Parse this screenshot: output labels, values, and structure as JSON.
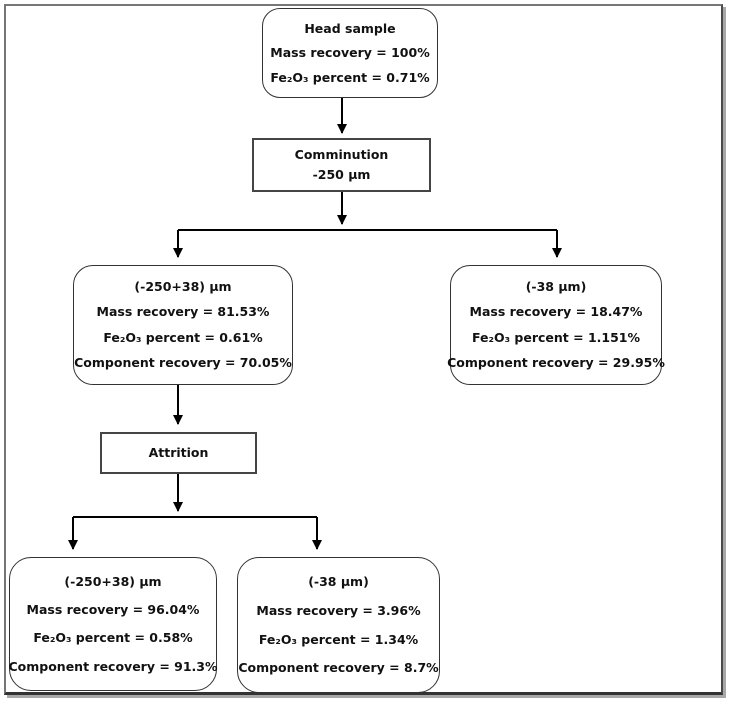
{
  "colors": {
    "background": "#ffffff",
    "connector": "#000000",
    "node_border": "#333333",
    "frame_border": "#767676",
    "text": "#111111"
  },
  "nodes": {
    "head_sample": {
      "title": "Head sample",
      "lines": [
        "Mass recovery = 100%",
        "Fe₂O₃ percent = 0.71%"
      ]
    },
    "comminution": {
      "title": "Comminution",
      "lines": [
        "-250 μm"
      ]
    },
    "coarse_first_stage": {
      "title": "(-250+38) μm",
      "lines": [
        "Mass recovery = 81.53%",
        "Fe₂O₃ percent = 0.61%",
        "Component recovery = 70.05%"
      ]
    },
    "fines_first_stage": {
      "title": "(-38 μm)",
      "lines": [
        "Mass recovery = 18.47%",
        "Fe₂O₃ percent = 1.151%",
        "Component recovery = 29.95%"
      ]
    },
    "attrition": {
      "title": "Attrition",
      "lines": []
    },
    "coarse_second_stage": {
      "title": "(-250+38) μm",
      "lines": [
        "Mass recovery = 96.04%",
        "Fe₂O₃ percent = 0.58%",
        "Component recovery = 91.3%"
      ]
    },
    "fines_second_stage": {
      "title": "(-38 μm)",
      "lines": [
        "Mass recovery = 3.96%",
        "Fe₂O₃ percent = 1.34%",
        "Component recovery = 8.7%"
      ]
    }
  }
}
